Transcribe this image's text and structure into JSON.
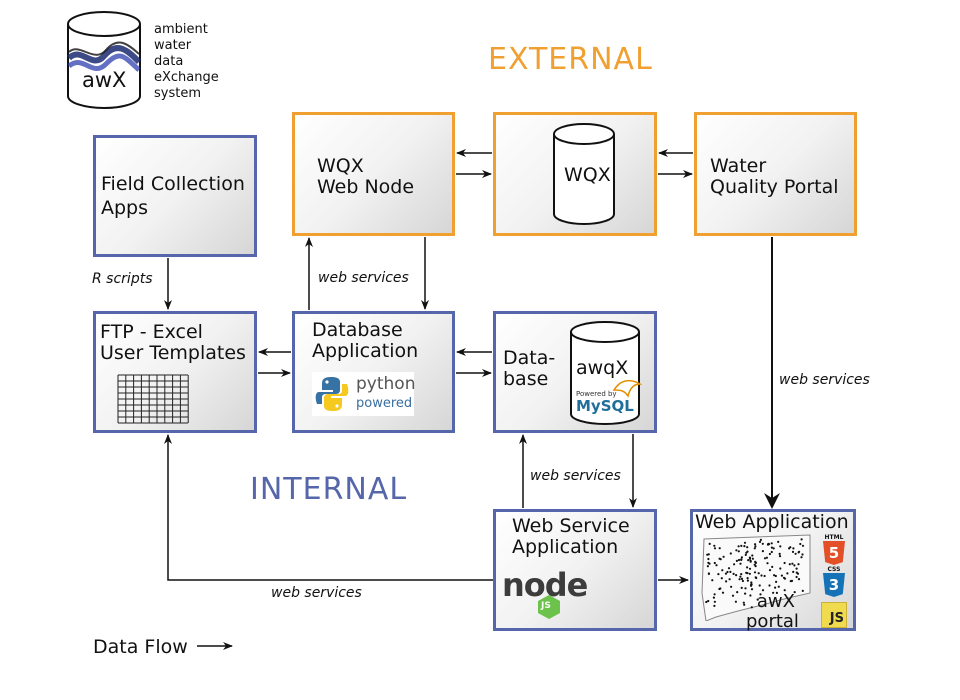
{
  "logo": {
    "text": "awX",
    "tagline": [
      "ambient",
      "water",
      "data",
      "eXchange",
      "system"
    ]
  },
  "regions": {
    "external": "EXTERNAL",
    "internal": "INTERNAL",
    "external_color": "#f0a030",
    "internal_color": "#5566aa"
  },
  "nodes": {
    "field_apps": [
      "Field Collection",
      "Apps"
    ],
    "wqx_web_node": [
      "WQX",
      "Web Node"
    ],
    "wqx": "WQX",
    "water_quality_portal": [
      "Water",
      "Quality Portal"
    ],
    "ftp_templates": [
      "FTP - Excel",
      "User Templates"
    ],
    "database_app": [
      "Database",
      "Application"
    ],
    "database": [
      "Data-",
      "base"
    ],
    "awqx": "awqX",
    "web_service_app": [
      "Web Service",
      "Application"
    ],
    "web_app": "Web Application",
    "awx_portal": [
      "awX",
      "portal"
    ]
  },
  "logos": {
    "python": [
      "python",
      "powered"
    ],
    "mysql_small": "Powered by",
    "mysql": "MySQL",
    "node": "node",
    "js": "JS",
    "html": "HTML",
    "css": "CSS"
  },
  "edge_labels": {
    "r_scripts": "R scripts",
    "web_services_top": "web services",
    "web_services_right": "web services",
    "web_services_mid": "web services",
    "web_services_bottom": "web services"
  },
  "legend": {
    "data_flow": "Data Flow"
  }
}
